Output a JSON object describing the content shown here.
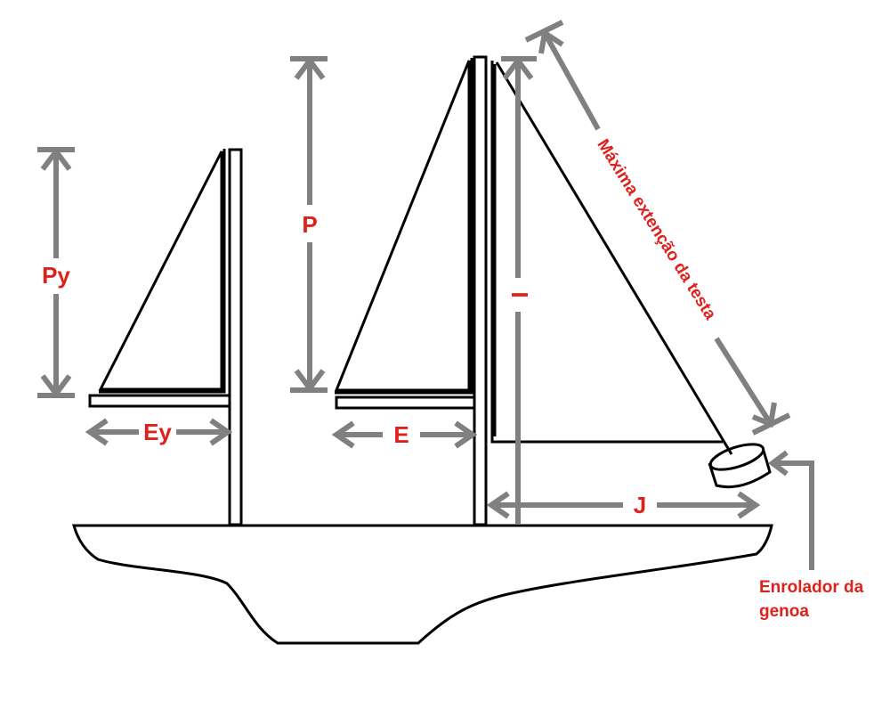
{
  "labels": {
    "py": "Py",
    "ey": "Ey",
    "p": "P",
    "e": "E",
    "i": "I",
    "j": "J",
    "max_luff": "Máxima extenção da testa",
    "furler_line1": "Enrolador da",
    "furler_line2": "genoa"
  },
  "colors": {
    "label": "#e0201b",
    "dimension_arrow": "#808080",
    "outline": "#000000"
  }
}
